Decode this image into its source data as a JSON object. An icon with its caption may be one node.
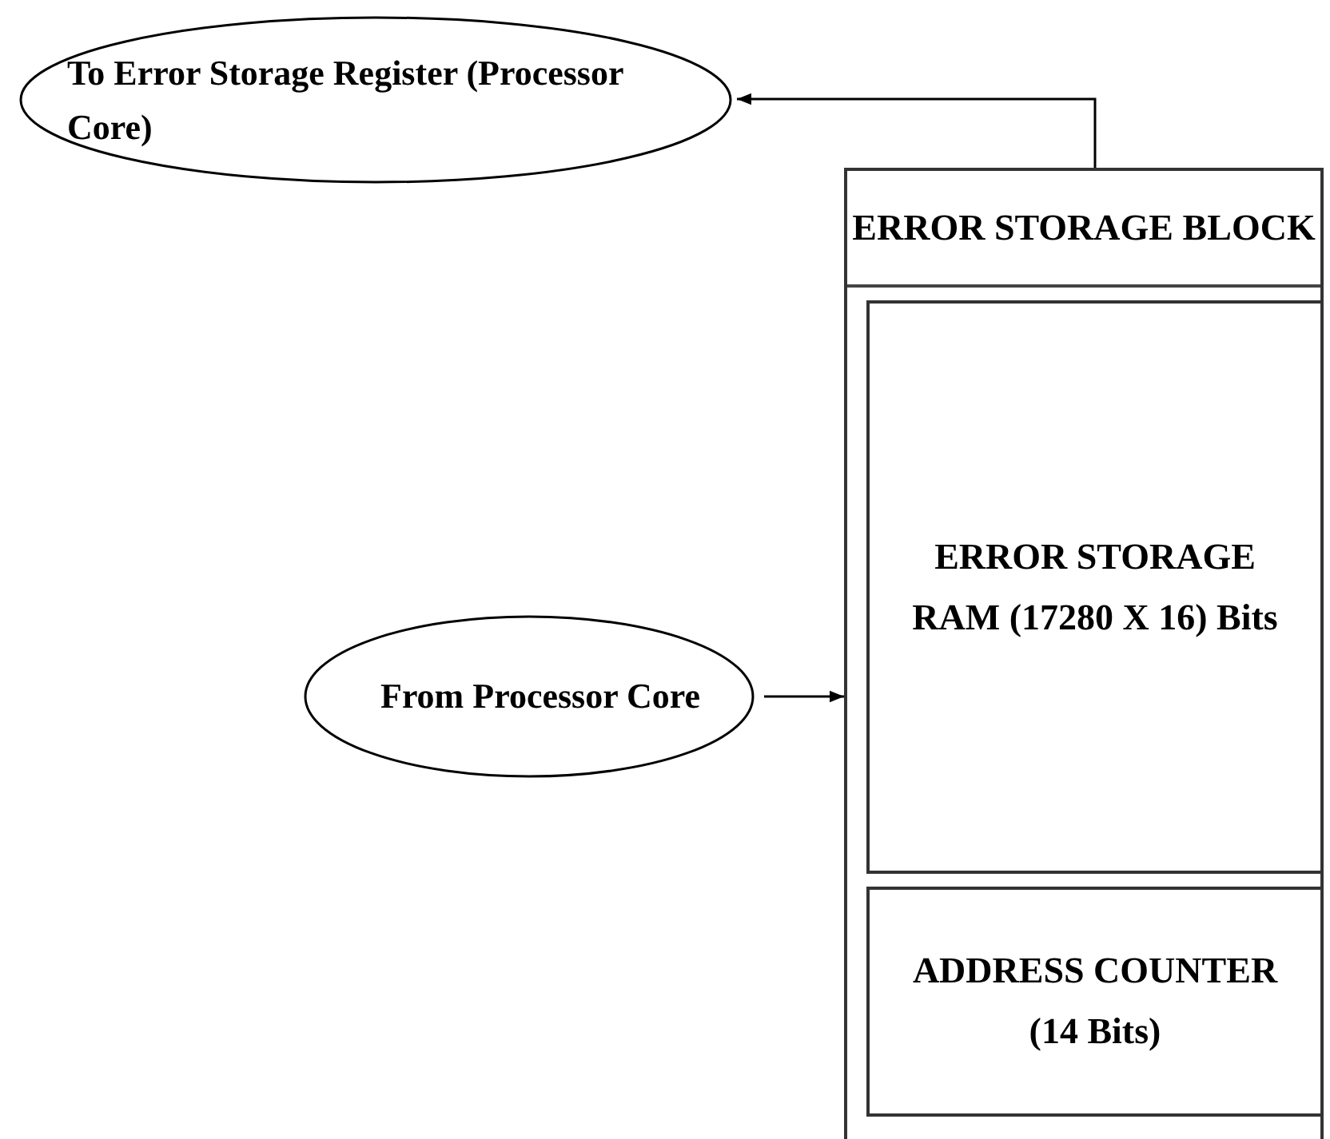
{
  "diagram": {
    "nodes": [
      {
        "text": [
          "To Error Storage Register (Processor Core)"
        ]
      },
      {
        "text": [
          "ERROR STORAGE BLOCK"
        ]
      },
      {
        "text": [
          "ERROR STORAGE RAM (17280 X 16) Bits"
        ],
        "in": 1
      },
      {
        "text": [
          "ADDRESS COUNTER (14 Bits)"
        ],
        "in": 1
      },
      {
        "text": [
          "From Processor Core"
        ]
      }
    ],
    "edges": [
      {
        "from": 1,
        "to": 0,
        "arrow": "to"
      },
      {
        "from": 4,
        "to": 1,
        "arrow": "to"
      }
    ]
  }
}
